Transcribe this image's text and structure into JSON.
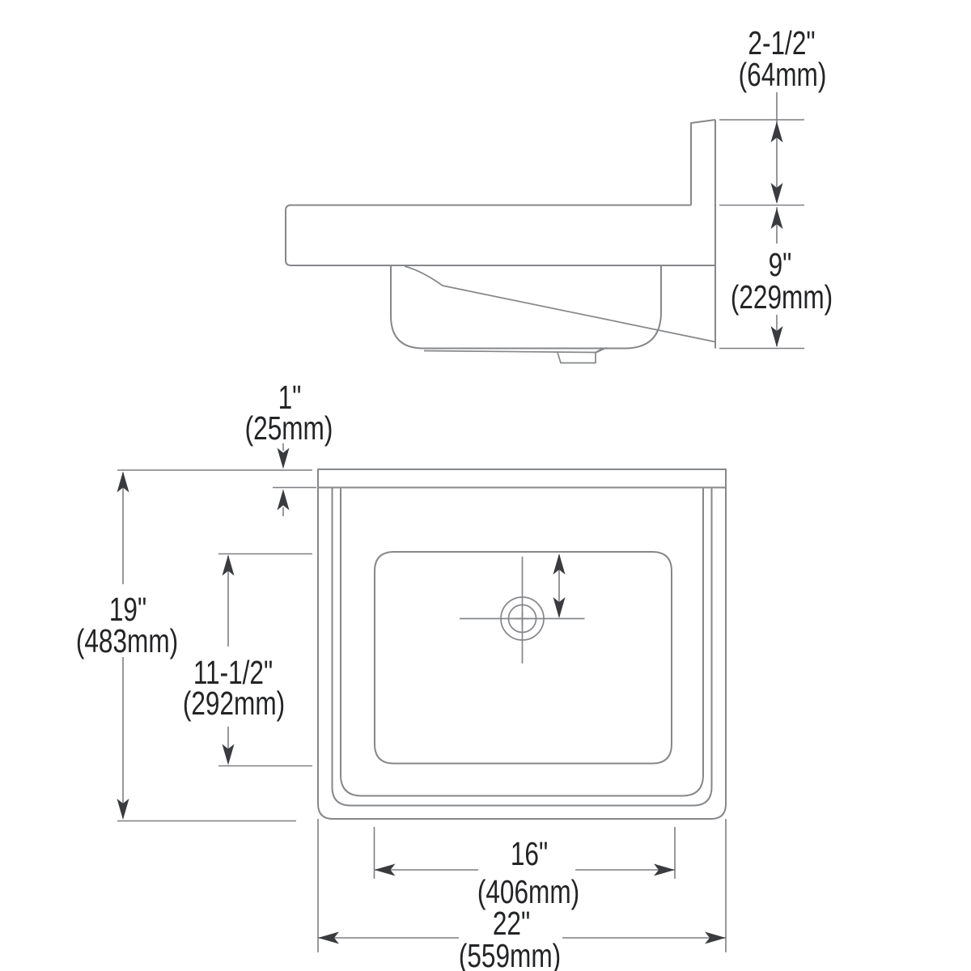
{
  "drawing": {
    "kind": "technical-dimension-drawing",
    "subject": "wall-mounted utility sink, side elevation (top) and plan view (bottom)",
    "background": "#ffffff",
    "colors": {
      "line": "#85878a",
      "dimension_line": "#7d7f82",
      "arrow": "#3a3b3e",
      "text": "#232426"
    },
    "dimensions": {
      "backsplash_height": {
        "imperial": "2-1/2\"",
        "metric": "(64mm)"
      },
      "rim_to_bottom_depth": {
        "imperial": "9\"",
        "metric": "(229mm)"
      },
      "back_ledge": {
        "imperial": "1\"",
        "metric": "(25mm)"
      },
      "front_to_back": {
        "imperial": "19\"",
        "metric": "(483mm)"
      },
      "bowl_front_to_back": {
        "imperial": "11-1/2\"",
        "metric": "(292mm)"
      },
      "bowl_width": {
        "imperial": "16\"",
        "metric": "(406mm)"
      },
      "overall_width": {
        "imperial": "22\"",
        "metric": "(559mm)"
      }
    }
  }
}
